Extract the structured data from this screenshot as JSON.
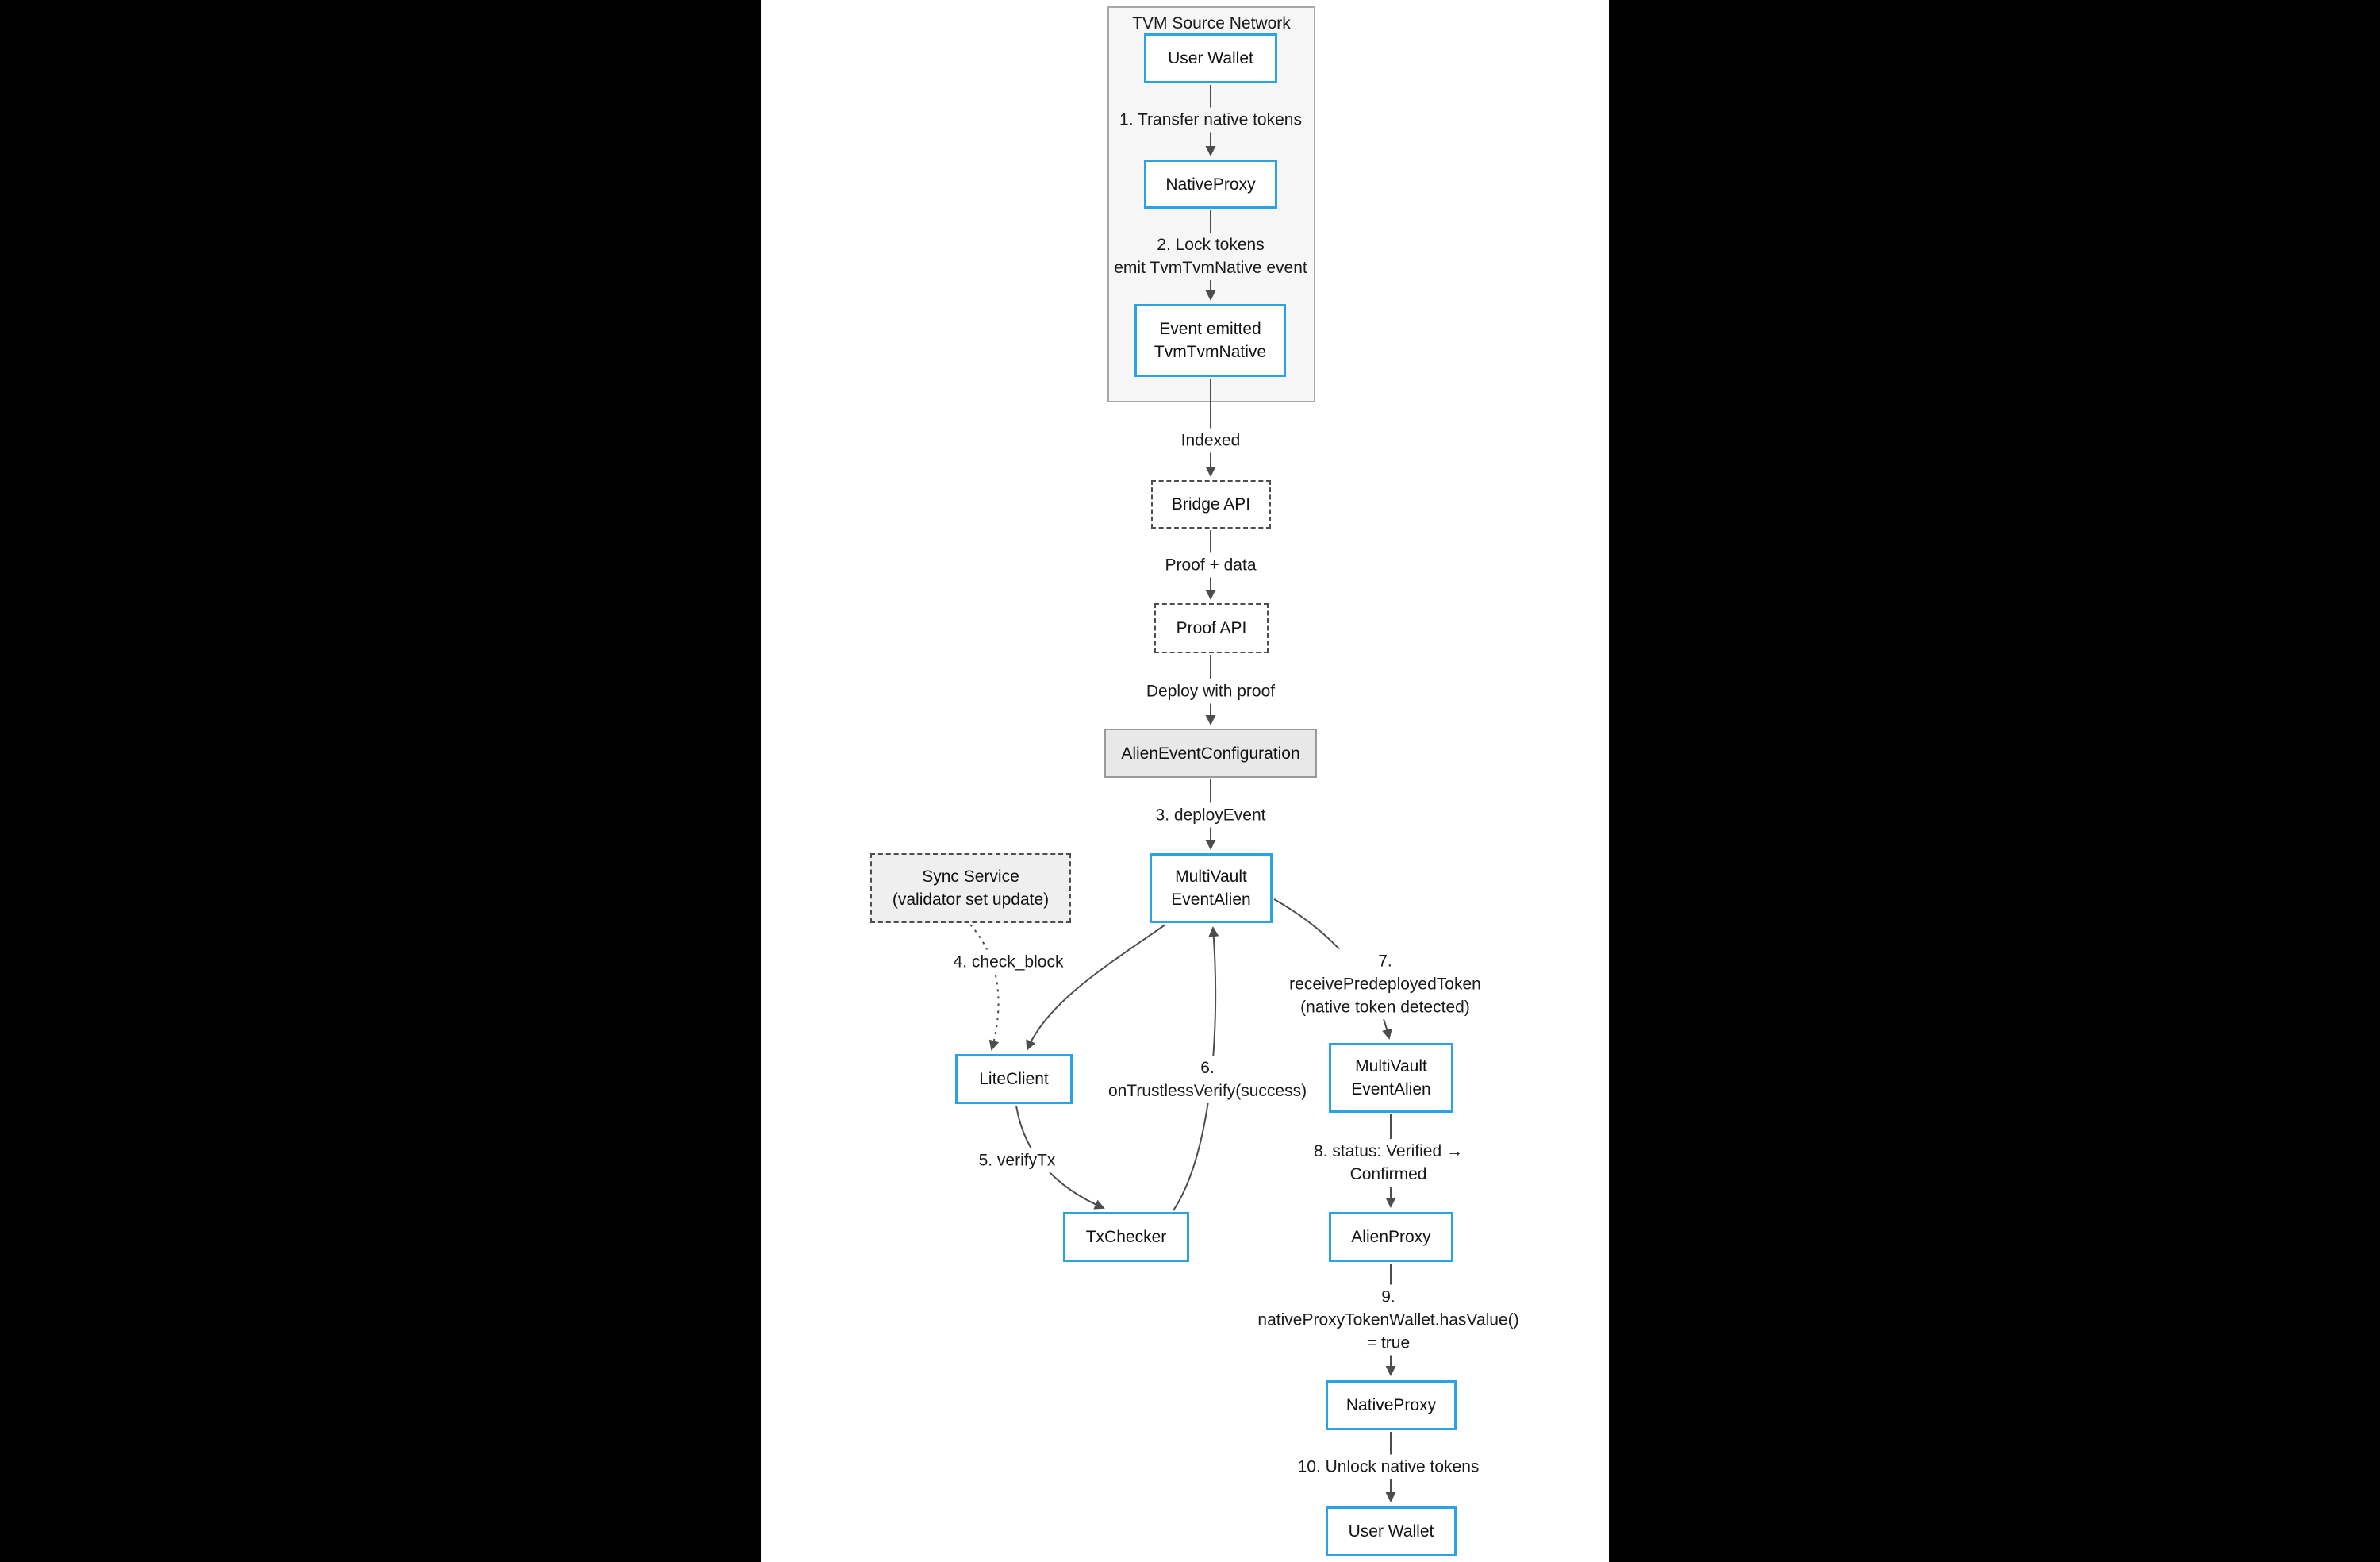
{
  "colors": {
    "highlight_border": "#29a3e2",
    "subgraph_fill": "#f6f6f6",
    "config_node_fill": "#e8e8e8",
    "arrow": "#4d4d4d",
    "background": "#000000",
    "canvas": "#ffffff"
  },
  "subgraph": {
    "title": "TVM Source Network"
  },
  "nodes": {
    "user_wallet_src": "User Wallet",
    "native_proxy_src": "NativeProxy",
    "event_emitted": "Event emitted\nTvmTvmNative",
    "bridge_api": "Bridge API",
    "proof_api": "Proof API",
    "alien_event_configuration": "AlienEventConfiguration",
    "multivault_event_alien_1": "MultiVault\nEventAlien",
    "sync_service": "Sync Service\n(validator set update)",
    "lite_client": "LiteClient",
    "tx_checker": "TxChecker",
    "multivault_event_alien_2": "MultiVault\nEventAlien",
    "alien_proxy": "AlienProxy",
    "native_proxy_dst": "NativeProxy",
    "user_wallet_dst": "User Wallet"
  },
  "edge_labels": {
    "e1": "1. Transfer native tokens",
    "e2": "2. Lock tokens\nemit TvmTvmNative event",
    "e_indexed": "Indexed",
    "e_proof_data": "Proof + data",
    "e_deploy": "Deploy with proof",
    "e3": "3. deployEvent",
    "e4": "4. check_block",
    "e5": "5. verifyTx",
    "e6": "6.\nonTrustlessVerify(success)",
    "e7": "7.\nreceivePredeployedToken\n(native token detected)",
    "e8": "8. status: Verified →\nConfirmed",
    "e9": "9.\nnativeProxyTokenWallet.hasValue()\n= true",
    "e10": "10. Unlock native tokens"
  }
}
